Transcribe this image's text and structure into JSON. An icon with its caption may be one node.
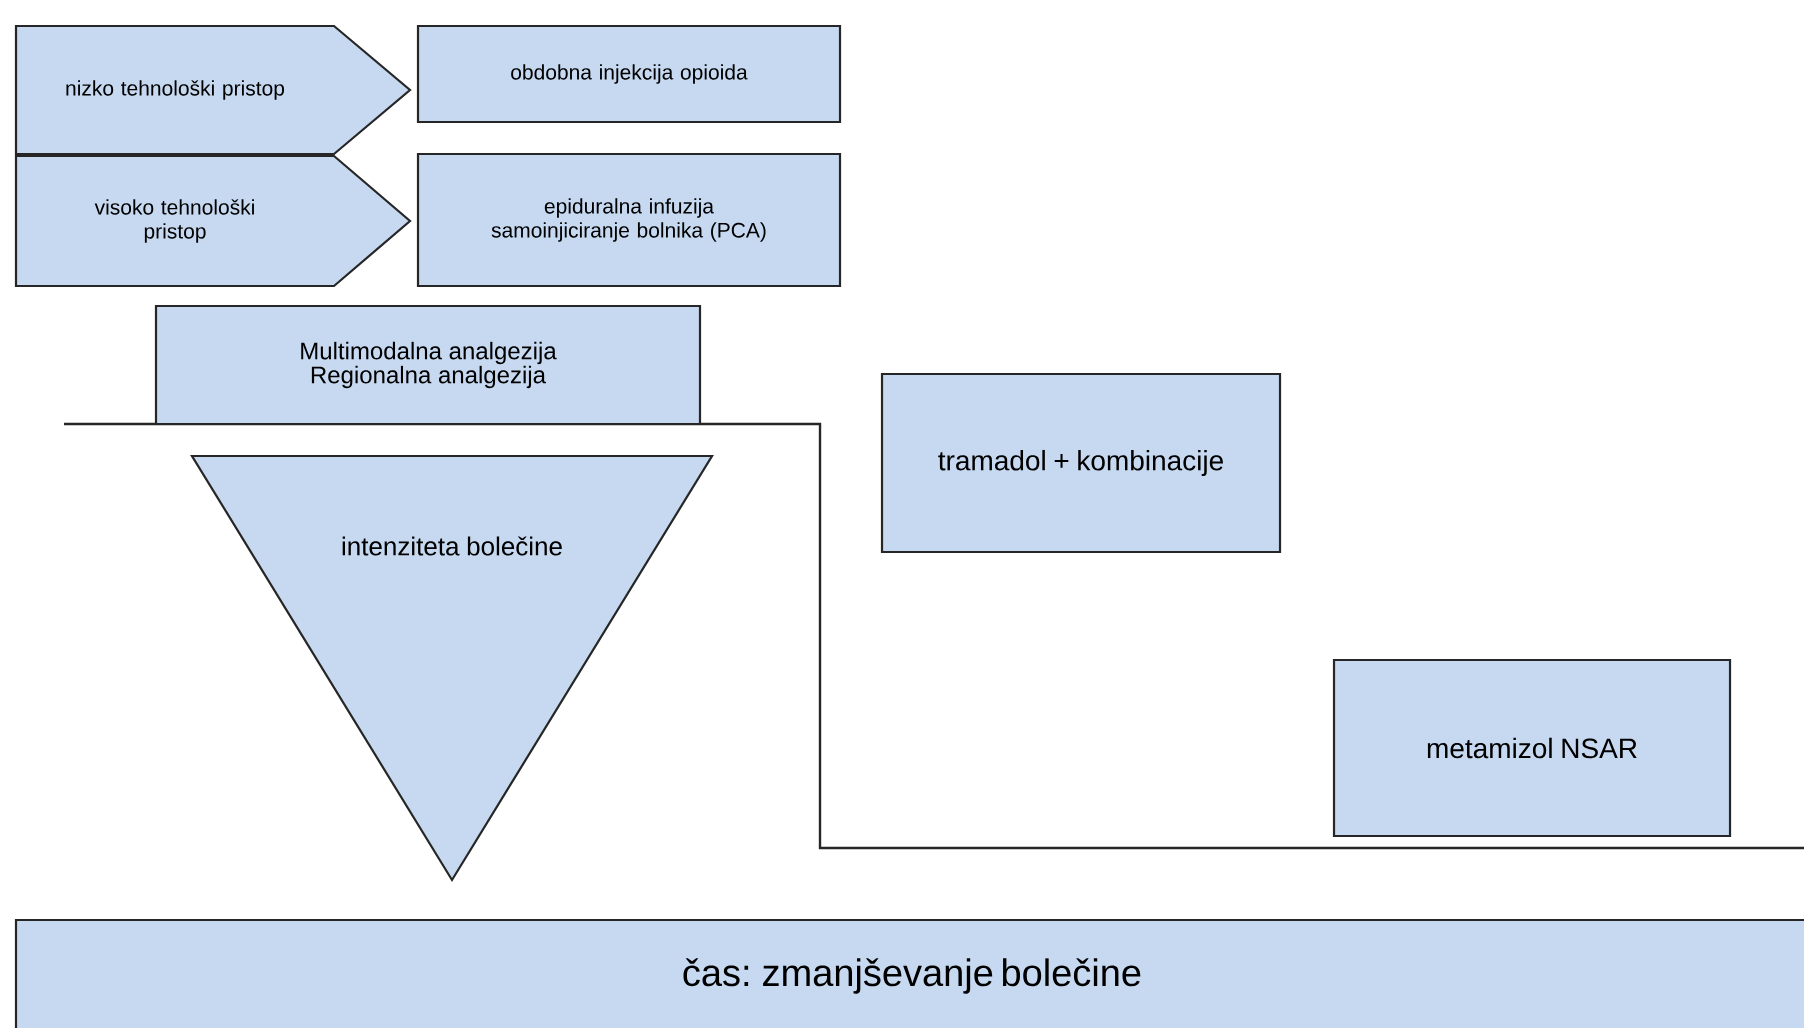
{
  "diagram": {
    "nodes": [
      {
        "text": [
          "nizko tehnološki pristop"
        ]
      },
      {
        "text": [
          "obdobna injekcija opioida"
        ]
      },
      {
        "text": [
          "visoko tehnološki pristop"
        ]
      },
      {
        "text": [
          "epiduralna infuzija samoinjiciranje bolnika (PCA)"
        ]
      },
      {
        "text": [
          "Multimodalna analgezija Regionalna analgezija"
        ]
      },
      {
        "text": [
          "intenziteta bolečine"
        ]
      },
      {
        "text": [
          "tramadol + kombinacije"
        ]
      },
      {
        "text": [
          "metamizol NSAR"
        ]
      },
      {
        "text": [
          "čas: zmanjševanje bolečine"
        ]
      }
    ]
  }
}
